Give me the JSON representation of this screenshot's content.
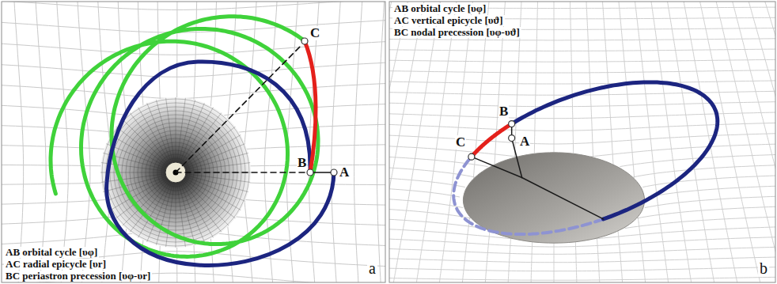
{
  "diagram": {
    "labels": [
      "C",
      "B",
      "A",
      "AB orbital cycle [υφ]",
      "AC radial epicycle [υr]",
      "BC periastron precession [υφ-υr]",
      "a",
      "AB orbital cycle [υφ]",
      "AC vertical epicycle [υϑ]",
      "BC nodal precession [υφ-υϑ]",
      "B",
      "C",
      "A",
      "b"
    ]
  }
}
